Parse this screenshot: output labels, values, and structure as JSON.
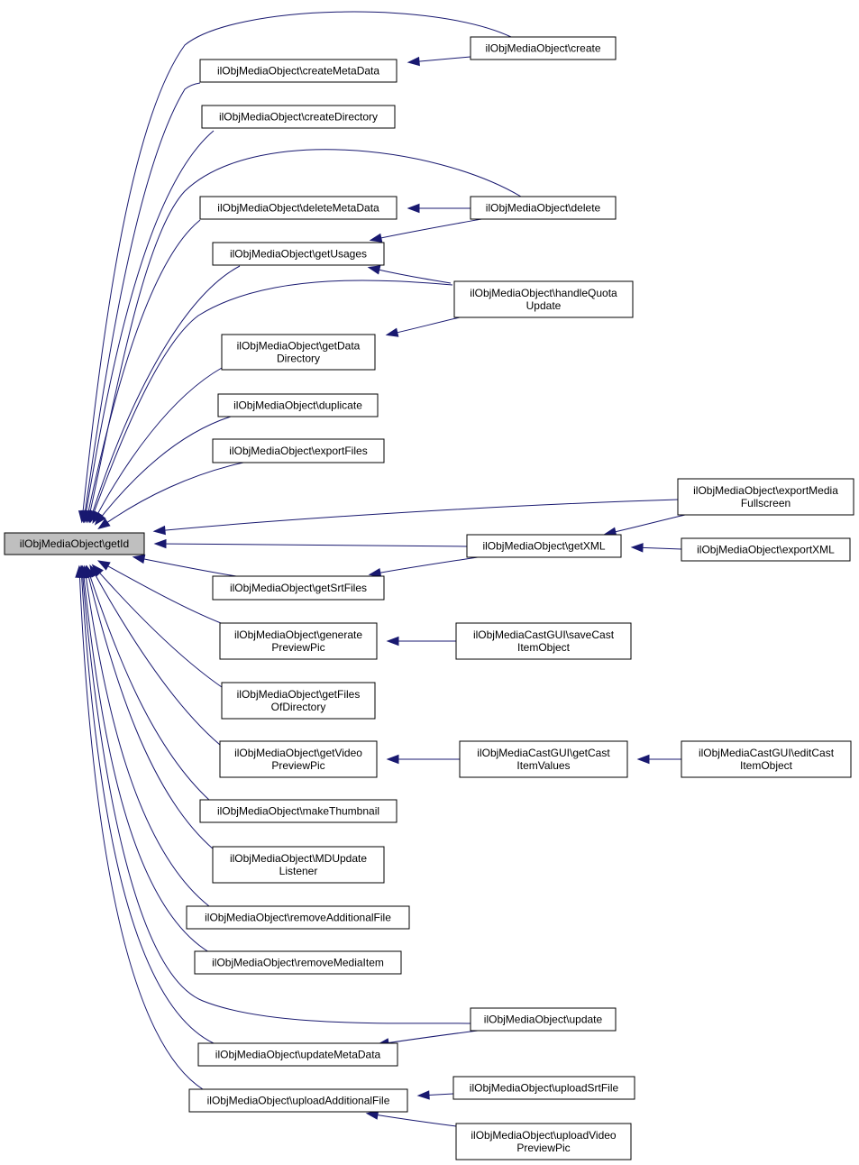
{
  "graph": {
    "edge_color": "#191970",
    "highlight_color": "#bfbfbf",
    "nodes": [
      {
        "id": "getId",
        "lines": [
          "ilObjMediaObject\\getId"
        ],
        "highlight": true
      },
      {
        "id": "createMetaData",
        "lines": [
          "ilObjMediaObject\\createMetaData"
        ]
      },
      {
        "id": "create",
        "lines": [
          "ilObjMediaObject\\create"
        ]
      },
      {
        "id": "createDirectory",
        "lines": [
          "ilObjMediaObject\\createDirectory"
        ]
      },
      {
        "id": "deleteMetaData",
        "lines": [
          "ilObjMediaObject\\deleteMetaData"
        ]
      },
      {
        "id": "delete",
        "lines": [
          "ilObjMediaObject\\delete"
        ]
      },
      {
        "id": "getUsages",
        "lines": [
          "ilObjMediaObject\\getUsages"
        ]
      },
      {
        "id": "handleQuotaUpdate",
        "lines": [
          "ilObjMediaObject\\handleQuota",
          "Update"
        ]
      },
      {
        "id": "getDataDirectory",
        "lines": [
          "ilObjMediaObject\\getData",
          "Directory"
        ]
      },
      {
        "id": "duplicate",
        "lines": [
          "ilObjMediaObject\\duplicate"
        ]
      },
      {
        "id": "exportFiles",
        "lines": [
          "ilObjMediaObject\\exportFiles"
        ]
      },
      {
        "id": "exportMediaFullscreen",
        "lines": [
          "ilObjMediaObject\\exportMedia",
          "Fullscreen"
        ]
      },
      {
        "id": "getXML",
        "lines": [
          "ilObjMediaObject\\getXML"
        ]
      },
      {
        "id": "exportXML",
        "lines": [
          "ilObjMediaObject\\exportXML"
        ]
      },
      {
        "id": "getSrtFiles",
        "lines": [
          "ilObjMediaObject\\getSrtFiles"
        ]
      },
      {
        "id": "generatePreviewPic",
        "lines": [
          "ilObjMediaObject\\generate",
          "PreviewPic"
        ]
      },
      {
        "id": "saveCastItemObject",
        "lines": [
          "ilObjMediaCastGUI\\saveCast",
          "ItemObject"
        ]
      },
      {
        "id": "getFilesOfDirectory",
        "lines": [
          "ilObjMediaObject\\getFiles",
          "OfDirectory"
        ]
      },
      {
        "id": "getVideoPreviewPic",
        "lines": [
          "ilObjMediaObject\\getVideo",
          "PreviewPic"
        ]
      },
      {
        "id": "getCastItemValues",
        "lines": [
          "ilObjMediaCastGUI\\getCast",
          "ItemValues"
        ]
      },
      {
        "id": "editCastItemObject",
        "lines": [
          "ilObjMediaCastGUI\\editCast",
          "ItemObject"
        ]
      },
      {
        "id": "makeThumbnail",
        "lines": [
          "ilObjMediaObject\\makeThumbnail"
        ]
      },
      {
        "id": "MDUpdateListener",
        "lines": [
          "ilObjMediaObject\\MDUpdate",
          "Listener"
        ]
      },
      {
        "id": "removeAdditionalFile",
        "lines": [
          "ilObjMediaObject\\removeAdditionalFile"
        ]
      },
      {
        "id": "removeMediaItem",
        "lines": [
          "ilObjMediaObject\\removeMediaItem"
        ]
      },
      {
        "id": "update",
        "lines": [
          "ilObjMediaObject\\update"
        ]
      },
      {
        "id": "updateMetaData",
        "lines": [
          "ilObjMediaObject\\updateMetaData"
        ]
      },
      {
        "id": "uploadAdditionalFile",
        "lines": [
          "ilObjMediaObject\\uploadAdditionalFile"
        ]
      },
      {
        "id": "uploadSrtFile",
        "lines": [
          "ilObjMediaObject\\uploadSrtFile"
        ]
      },
      {
        "id": "uploadVideoPreviewPic",
        "lines": [
          "ilObjMediaObject\\uploadVideo",
          "PreviewPic"
        ]
      }
    ],
    "edges": [
      {
        "from": "createMetaData",
        "to": "getId"
      },
      {
        "from": "create",
        "to": "getId"
      },
      {
        "from": "create",
        "to": "createMetaData"
      },
      {
        "from": "createDirectory",
        "to": "getId"
      },
      {
        "from": "deleteMetaData",
        "to": "getId"
      },
      {
        "from": "delete",
        "to": "getId"
      },
      {
        "from": "delete",
        "to": "deleteMetaData"
      },
      {
        "from": "delete",
        "to": "getUsages"
      },
      {
        "from": "getUsages",
        "to": "getId"
      },
      {
        "from": "handleQuotaUpdate",
        "to": "getId"
      },
      {
        "from": "handleQuotaUpdate",
        "to": "getUsages"
      },
      {
        "from": "handleQuotaUpdate",
        "to": "getDataDirectory"
      },
      {
        "from": "getDataDirectory",
        "to": "getId"
      },
      {
        "from": "duplicate",
        "to": "getId"
      },
      {
        "from": "exportFiles",
        "to": "getId"
      },
      {
        "from": "exportMediaFullscreen",
        "to": "getId"
      },
      {
        "from": "exportMediaFullscreen",
        "to": "getXML"
      },
      {
        "from": "getXML",
        "to": "getId"
      },
      {
        "from": "getXML",
        "to": "getSrtFiles"
      },
      {
        "from": "exportXML",
        "to": "getXML"
      },
      {
        "from": "getSrtFiles",
        "to": "getId"
      },
      {
        "from": "generatePreviewPic",
        "to": "getId"
      },
      {
        "from": "saveCastItemObject",
        "to": "generatePreviewPic"
      },
      {
        "from": "getFilesOfDirectory",
        "to": "getId"
      },
      {
        "from": "getVideoPreviewPic",
        "to": "getId"
      },
      {
        "from": "getCastItemValues",
        "to": "getVideoPreviewPic"
      },
      {
        "from": "editCastItemObject",
        "to": "getCastItemValues"
      },
      {
        "from": "makeThumbnail",
        "to": "getId"
      },
      {
        "from": "MDUpdateListener",
        "to": "getId"
      },
      {
        "from": "removeAdditionalFile",
        "to": "getId"
      },
      {
        "from": "removeMediaItem",
        "to": "getId"
      },
      {
        "from": "update",
        "to": "getId"
      },
      {
        "from": "update",
        "to": "updateMetaData"
      },
      {
        "from": "updateMetaData",
        "to": "getId"
      },
      {
        "from": "uploadAdditionalFile",
        "to": "getId"
      },
      {
        "from": "uploadSrtFile",
        "to": "uploadAdditionalFile"
      },
      {
        "from": "uploadVideoPreviewPic",
        "to": "uploadAdditionalFile"
      }
    ]
  }
}
